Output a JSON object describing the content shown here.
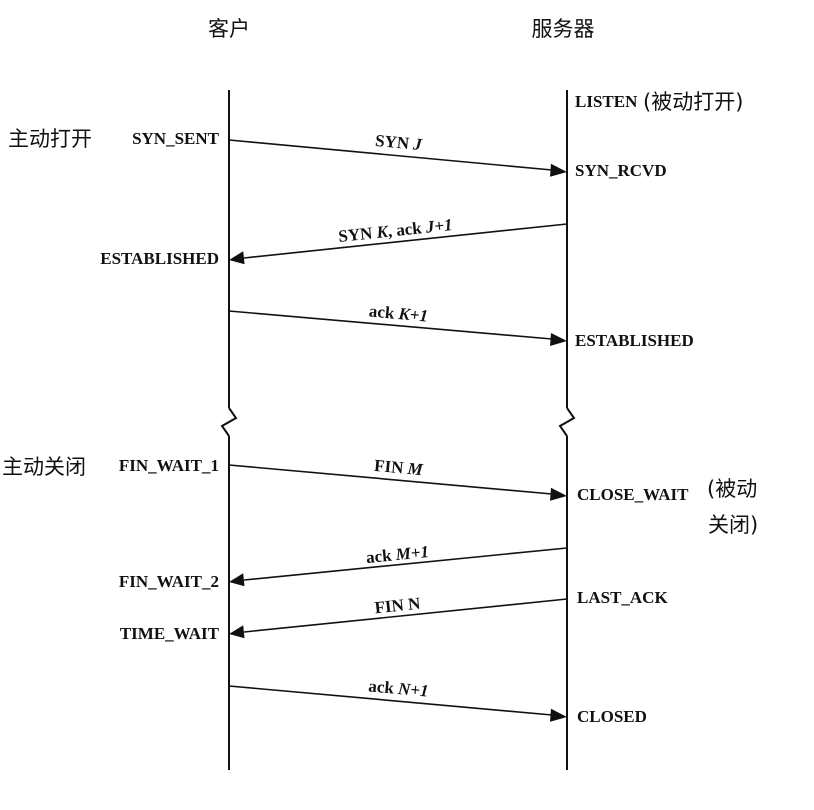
{
  "participants": {
    "client": "客户",
    "server": "服务器"
  },
  "annotations": {
    "active_open": "主动打开",
    "passive_open": "(被动打开)",
    "active_close": "主动关闭",
    "passive_close_line1": "(被动",
    "passive_close_line2": "关闭)"
  },
  "states": {
    "client": {
      "syn_sent": "SYN_SENT",
      "established": "ESTABLISHED",
      "fin_wait_1": "FIN_WAIT_1",
      "fin_wait_2": "FIN_WAIT_2",
      "time_wait": "TIME_WAIT"
    },
    "server": {
      "listen": "LISTEN",
      "syn_rcvd": "SYN_RCVD",
      "established": "ESTABLISHED",
      "close_wait": "CLOSE_WAIT",
      "last_ack": "LAST_ACK",
      "closed": "CLOSED"
    }
  },
  "messages": {
    "syn_j": {
      "a": "SYN ",
      "b": "J"
    },
    "syn_k_ack_j1": {
      "a": "SYN ",
      "b": "K",
      "c": ", ack ",
      "d": "J+1"
    },
    "ack_k1": {
      "a": "ack ",
      "b": "K+1"
    },
    "fin_m": {
      "a": "FIN ",
      "b": "M"
    },
    "ack_m1": {
      "a": "ack ",
      "b": "M+1"
    },
    "fin_n": {
      "a": "FIN N"
    },
    "ack_n1": {
      "a": "ack ",
      "b": "N+1"
    }
  }
}
